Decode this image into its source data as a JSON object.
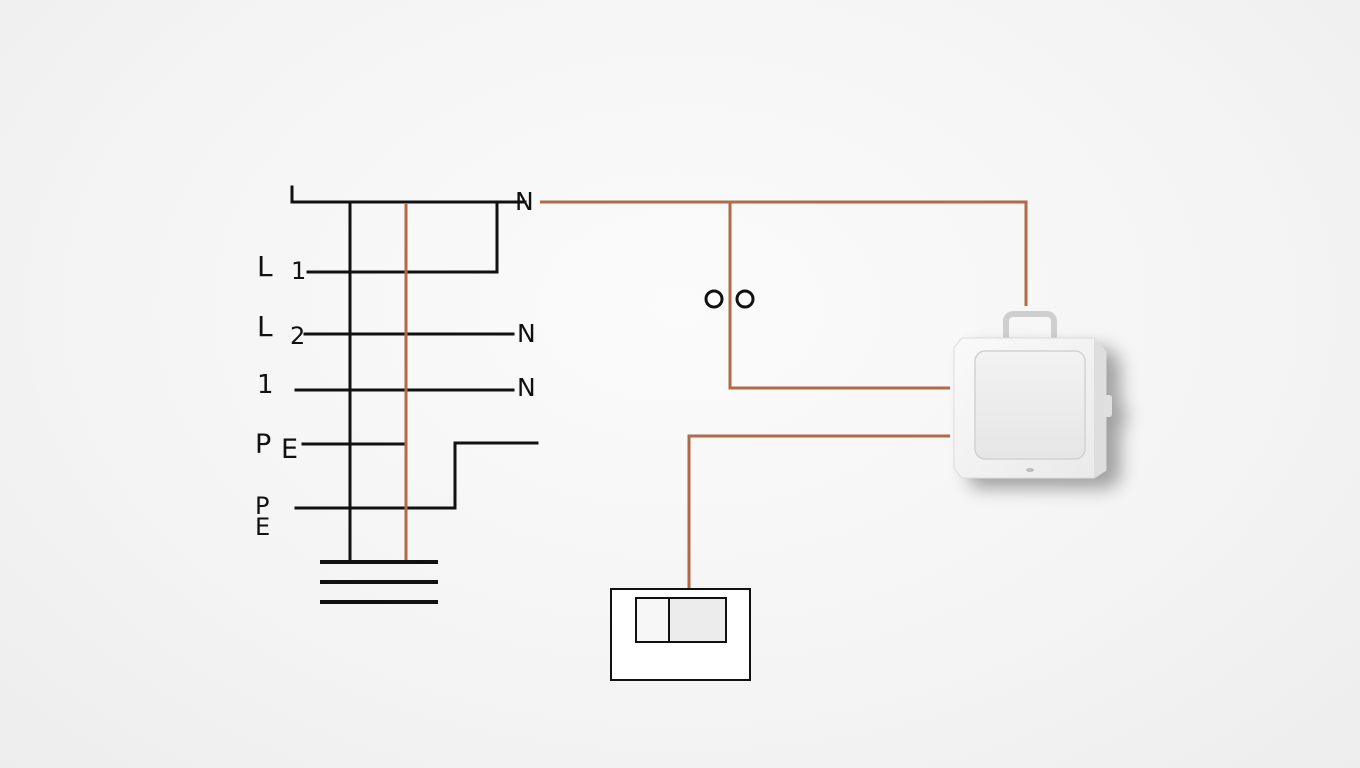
{
  "labels": {
    "top_l": "L",
    "top_n": "N",
    "l1_letter": "L",
    "l1_digit": "1",
    "l2_letter": "L",
    "l2_digit": "2",
    "l2_n": "N",
    "line3_digit": "1",
    "line3_n": "N",
    "pe_p": "P",
    "pe_e": "E",
    "pe2_p": "P",
    "pe2_e": "E",
    "contact_symbol": "oo"
  },
  "colors": {
    "background": "#f4f4f4",
    "wire_black": "#111111",
    "wire_copper": "#b06a45",
    "device_body": "#f7f7f7",
    "device_face": "#ededed"
  },
  "icons": {
    "junction_box": "junction-box-icon",
    "wall_switch": "wall-switch-icon",
    "ground": "ground-symbol-icon"
  }
}
